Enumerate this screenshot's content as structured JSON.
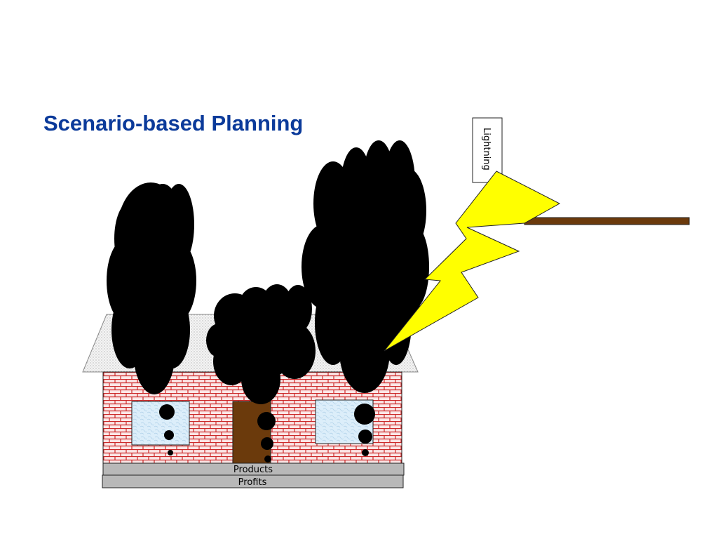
{
  "slide": {
    "title": "Scenario-based Planning"
  },
  "labels": {
    "lightning": "Lightning",
    "products": "Products",
    "profits": "Profits"
  },
  "colors": {
    "title": "#0b3a9a",
    "brick": "#cc2a2a",
    "bolt": "#ffff00",
    "door": "#6b3a0c",
    "rod": "#6b3a0c",
    "foundation": "#b8b8b8",
    "window": "#dceefa",
    "smoke": "#000000"
  }
}
